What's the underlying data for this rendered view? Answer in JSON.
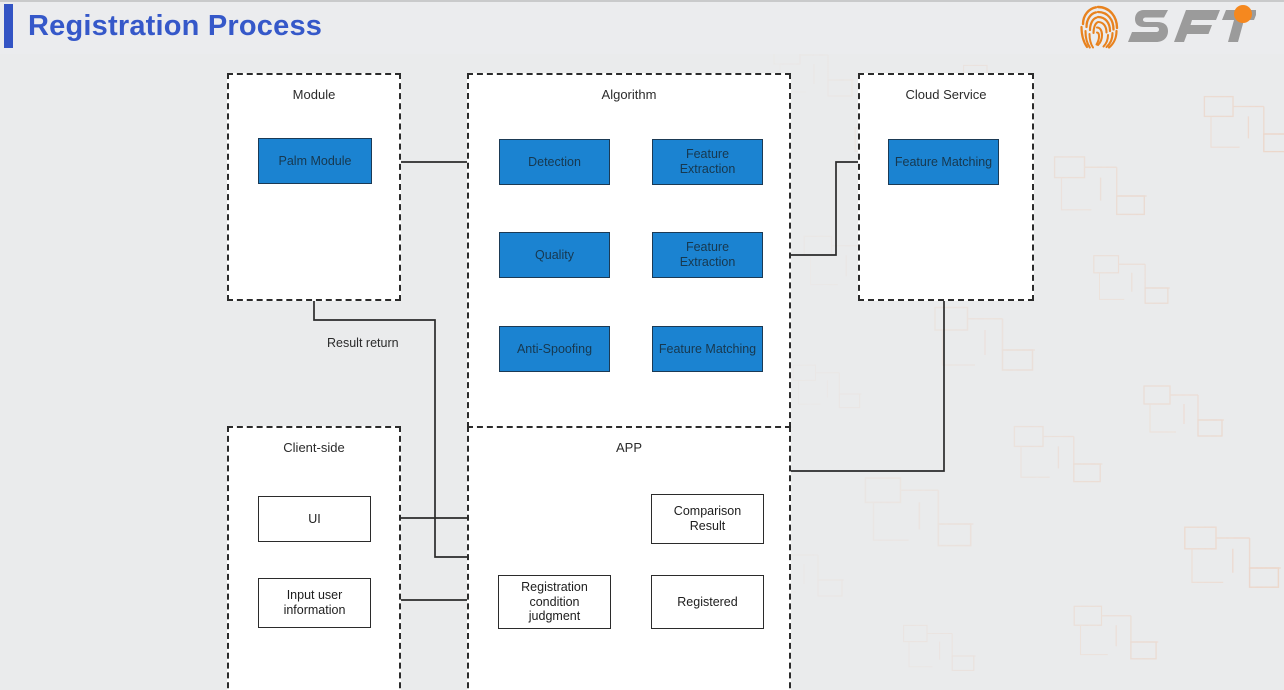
{
  "header": {
    "title": "Registration Process",
    "accent_color": "#3558c9",
    "background_color": "#ebecee",
    "logo": {
      "mark_name": "fingerprint-icon",
      "mark_color": "#e8821e",
      "wordmark": "SFT",
      "wordmark_color": "#9b9b9b",
      "dot_color": "#f5881f"
    }
  },
  "diagram": {
    "type": "flowchart",
    "node_fill_blue": "#1b83d1",
    "node_fill_white": "#ffffff",
    "stroke_color": "#2b2b2b",
    "groups": [
      {
        "id": "module",
        "title": "Module"
      },
      {
        "id": "algorithm",
        "title": "Algorithm"
      },
      {
        "id": "cloud_service",
        "title": "Cloud Service"
      },
      {
        "id": "client_side",
        "title": "Client-side"
      },
      {
        "id": "app",
        "title": "APP"
      }
    ],
    "nodes": [
      {
        "id": "palm_module",
        "group": "module",
        "label": "Palm Module",
        "style": "blue"
      },
      {
        "id": "detection",
        "group": "algorithm",
        "label": "Detection",
        "style": "blue"
      },
      {
        "id": "quality",
        "group": "algorithm",
        "label": "Quality",
        "style": "blue"
      },
      {
        "id": "anti_spoofing",
        "group": "algorithm",
        "label": "Anti-Spoofing",
        "style": "blue"
      },
      {
        "id": "feature_extraction_1",
        "group": "algorithm",
        "label": "Feature Extraction",
        "style": "blue"
      },
      {
        "id": "feature_extraction_2",
        "group": "algorithm",
        "label": "Feature Extraction",
        "style": "blue"
      },
      {
        "id": "feature_matching_alg",
        "group": "algorithm",
        "label": "Feature Matching",
        "style": "blue"
      },
      {
        "id": "feature_matching_cloud",
        "group": "cloud_service",
        "label": "Feature Matching",
        "style": "blue"
      },
      {
        "id": "ui",
        "group": "client_side",
        "label": "UI",
        "style": "white"
      },
      {
        "id": "input_user_information",
        "group": "client_side",
        "label": "Input user information",
        "style": "white"
      },
      {
        "id": "comparison_result",
        "group": "app",
        "label": "Comparison Result",
        "style": "white"
      },
      {
        "id": "registration_condition",
        "group": "app",
        "label": "Registration condition judgment",
        "style": "white"
      },
      {
        "id": "registered",
        "group": "app",
        "label": "Registered",
        "style": "white"
      }
    ],
    "edge_labels": [
      {
        "id": "result_return",
        "label": "Result return"
      }
    ],
    "edges": [
      {
        "from": "palm_module",
        "to": "detection",
        "arrow": true
      },
      {
        "from": "detection",
        "to": "quality",
        "arrow": true
      },
      {
        "from": "quality",
        "to": "anti_spoofing",
        "arrow": true
      },
      {
        "from": "anti_spoofing",
        "to": "feature_extraction_1",
        "arrow": true
      },
      {
        "from": "feature_extraction_1",
        "to": "feature_extraction_2",
        "arrow": true
      },
      {
        "from": "feature_extraction_2",
        "to": "feature_matching_cloud",
        "arrow": true
      },
      {
        "from": "feature_extraction_2",
        "to": "feature_matching_alg",
        "arrow": true
      },
      {
        "from": "feature_matching_alg",
        "to": "comparison_result",
        "arrow": true
      },
      {
        "from": "feature_matching_cloud",
        "to": "comparison_result",
        "arrow": false
      },
      {
        "from": "comparison_result",
        "to": "ui",
        "arrow": true
      },
      {
        "from": "ui",
        "to": "input_user_information",
        "arrow": true
      },
      {
        "from": "input_user_information",
        "to": "registration_condition",
        "arrow": true
      },
      {
        "from": "registration_condition",
        "to": "registered",
        "arrow": true
      },
      {
        "from": "registered",
        "to": "palm_module",
        "arrow": true,
        "label": "Result return"
      }
    ]
  }
}
